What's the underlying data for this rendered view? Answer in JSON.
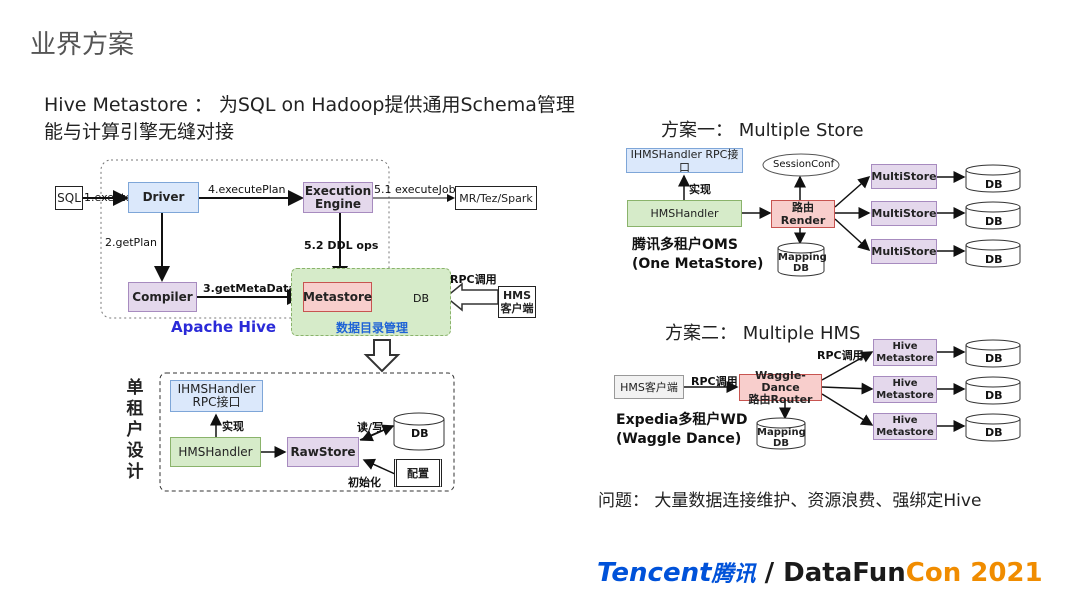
{
  "slide": {
    "title": "业界方案",
    "intro_line1": "Hive Metastore ： 为SQL on Hadoop提供通用Schema管理",
    "intro_line2": "能与计算引擎无缝对接"
  },
  "left_diagram": {
    "sql": "SQL",
    "driver": "Driver",
    "execution_engine_line1": "Execution",
    "execution_engine_line2": "Engine",
    "mr_tez_spark": "MR/Tez/Spark",
    "compiler": "Compiler",
    "metastore": "Metastore",
    "db": "DB",
    "hms_client_line1": "HMS",
    "hms_client_line2": "客户端",
    "edge_execute": "1.exeute",
    "edge_execute_plan": "4.executePlan",
    "edge_execute_job": "5.1 executeJob",
    "edge_get_plan": "2.getPlan",
    "edge_ddl_ops": "5.2 DDL ops",
    "edge_get_metadata": "3.getMetaData",
    "edge_rpc": "RPC调用",
    "apache_hive": "Apache Hive",
    "catalog_mgmt": "数据目录管理",
    "single_tenant_chars": [
      "单",
      "租",
      "户",
      "设",
      "计"
    ],
    "ihms_line1": "IHMSHandler",
    "ihms_line2": "RPC接口",
    "implements": "实现",
    "hmshandler": "HMSHandler",
    "rawstore": "RawStore",
    "read_write": "读/写",
    "sub_db": "DB",
    "config": "配置",
    "init": "初始化"
  },
  "scheme1": {
    "heading": "方案一：  Multiple Store",
    "ihms": "IHMSHandler RPC接口",
    "implements": "实现",
    "hmshandler": "HMSHandler",
    "session_conf": "SessionConf",
    "router": "路由Render",
    "mapping_line1": "Mapping",
    "mapping_line2": "DB",
    "multistore": [
      "MultiStore",
      "MultiStore",
      "MultiStore"
    ],
    "db": [
      "DB",
      "DB",
      "DB"
    ],
    "caption_line1": "腾讯多租户OMS",
    "caption_line2": "(One MetaStore)"
  },
  "scheme2": {
    "heading": "方案二：  Multiple HMS",
    "client": "HMS客户端",
    "rpc_left": "RPC调用",
    "rpc_top": "RPC调用",
    "router_line1": "Waggle-Dance",
    "router_line2": "路由Router",
    "mapping_line1": "Mapping",
    "mapping_line2": "DB",
    "hive_metastore": [
      {
        "line1": "Hive",
        "line2": "Metastore"
      },
      {
        "line1": "Hive",
        "line2": "Metastore"
      },
      {
        "line1": "Hive",
        "line2": "Metastore"
      }
    ],
    "db": [
      "DB",
      "DB",
      "DB"
    ],
    "caption_line1": "Expedia多租户WD",
    "caption_line2": "(Waggle Dance)"
  },
  "problem": "问题：  大量数据连接维护、资源浪费、强绑定Hive",
  "footer": {
    "tencent": "Tencent",
    "tencent_cn": "腾讯",
    "slash": " / ",
    "data": "Data",
    "fun": "Fun",
    "con": "Con",
    "year": " 2021",
    "colors": {
      "blue": "#0052d9",
      "dark": "#1a1a1a",
      "orange": "#f08c00"
    }
  }
}
